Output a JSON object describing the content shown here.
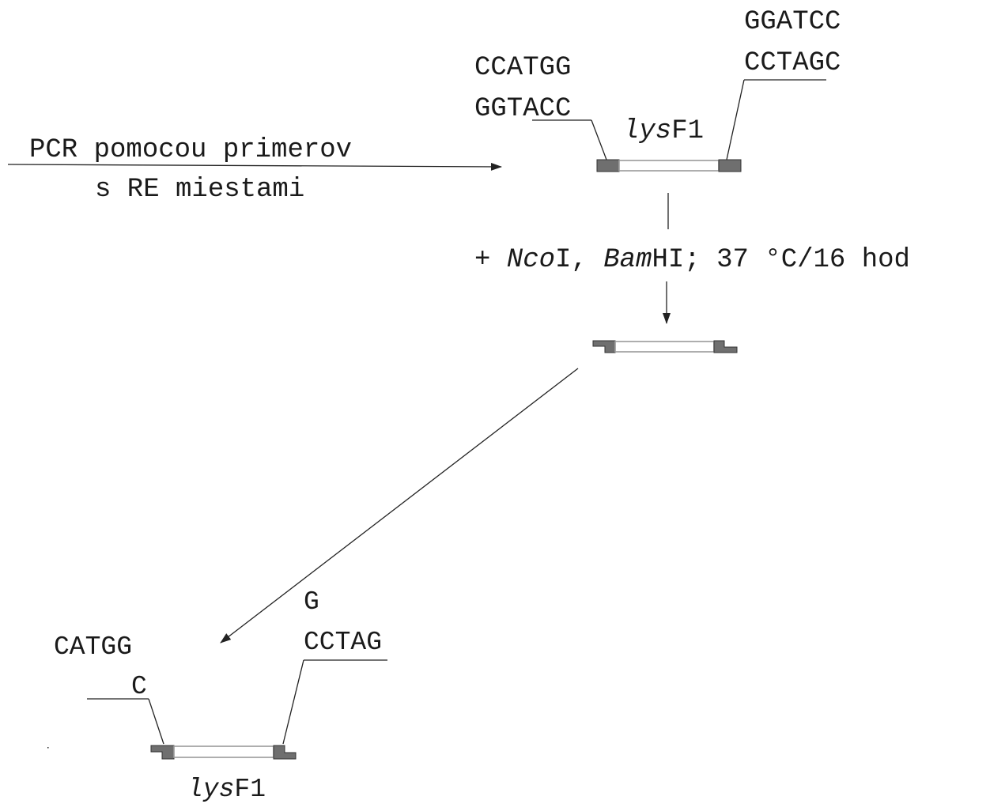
{
  "pcr_label": {
    "line1": "PCR pomocou primerov",
    "line2": "s RE miestami"
  },
  "top_fragment": {
    "left_site_top": "CCATGG",
    "left_site_bottom": "GGTACC",
    "right_site_top": "GGATCC",
    "right_site_bottom": "CCTAGC",
    "gene_italic": "lys",
    "gene_suffix": "F1"
  },
  "digestion_step": {
    "plus": "+ ",
    "enzyme1_italic": "Nco",
    "enzyme1_suffix": "I, ",
    "enzyme2_italic": "Bam",
    "enzyme2_suffix": "HI; 37 °C/16 hod"
  },
  "bottom_fragment": {
    "left_overhang_top": "CATGG",
    "left_overhang_bottom": "C",
    "right_overhang_top": "G",
    "right_overhang_bottom": "CCTAG",
    "gene_italic": "lys",
    "gene_suffix": "F1"
  },
  "colors": {
    "end_block": "#6f6f6f",
    "insert_fill": "#ffffff",
    "insert_stroke": "#9a9a9a",
    "line": "#222222"
  }
}
